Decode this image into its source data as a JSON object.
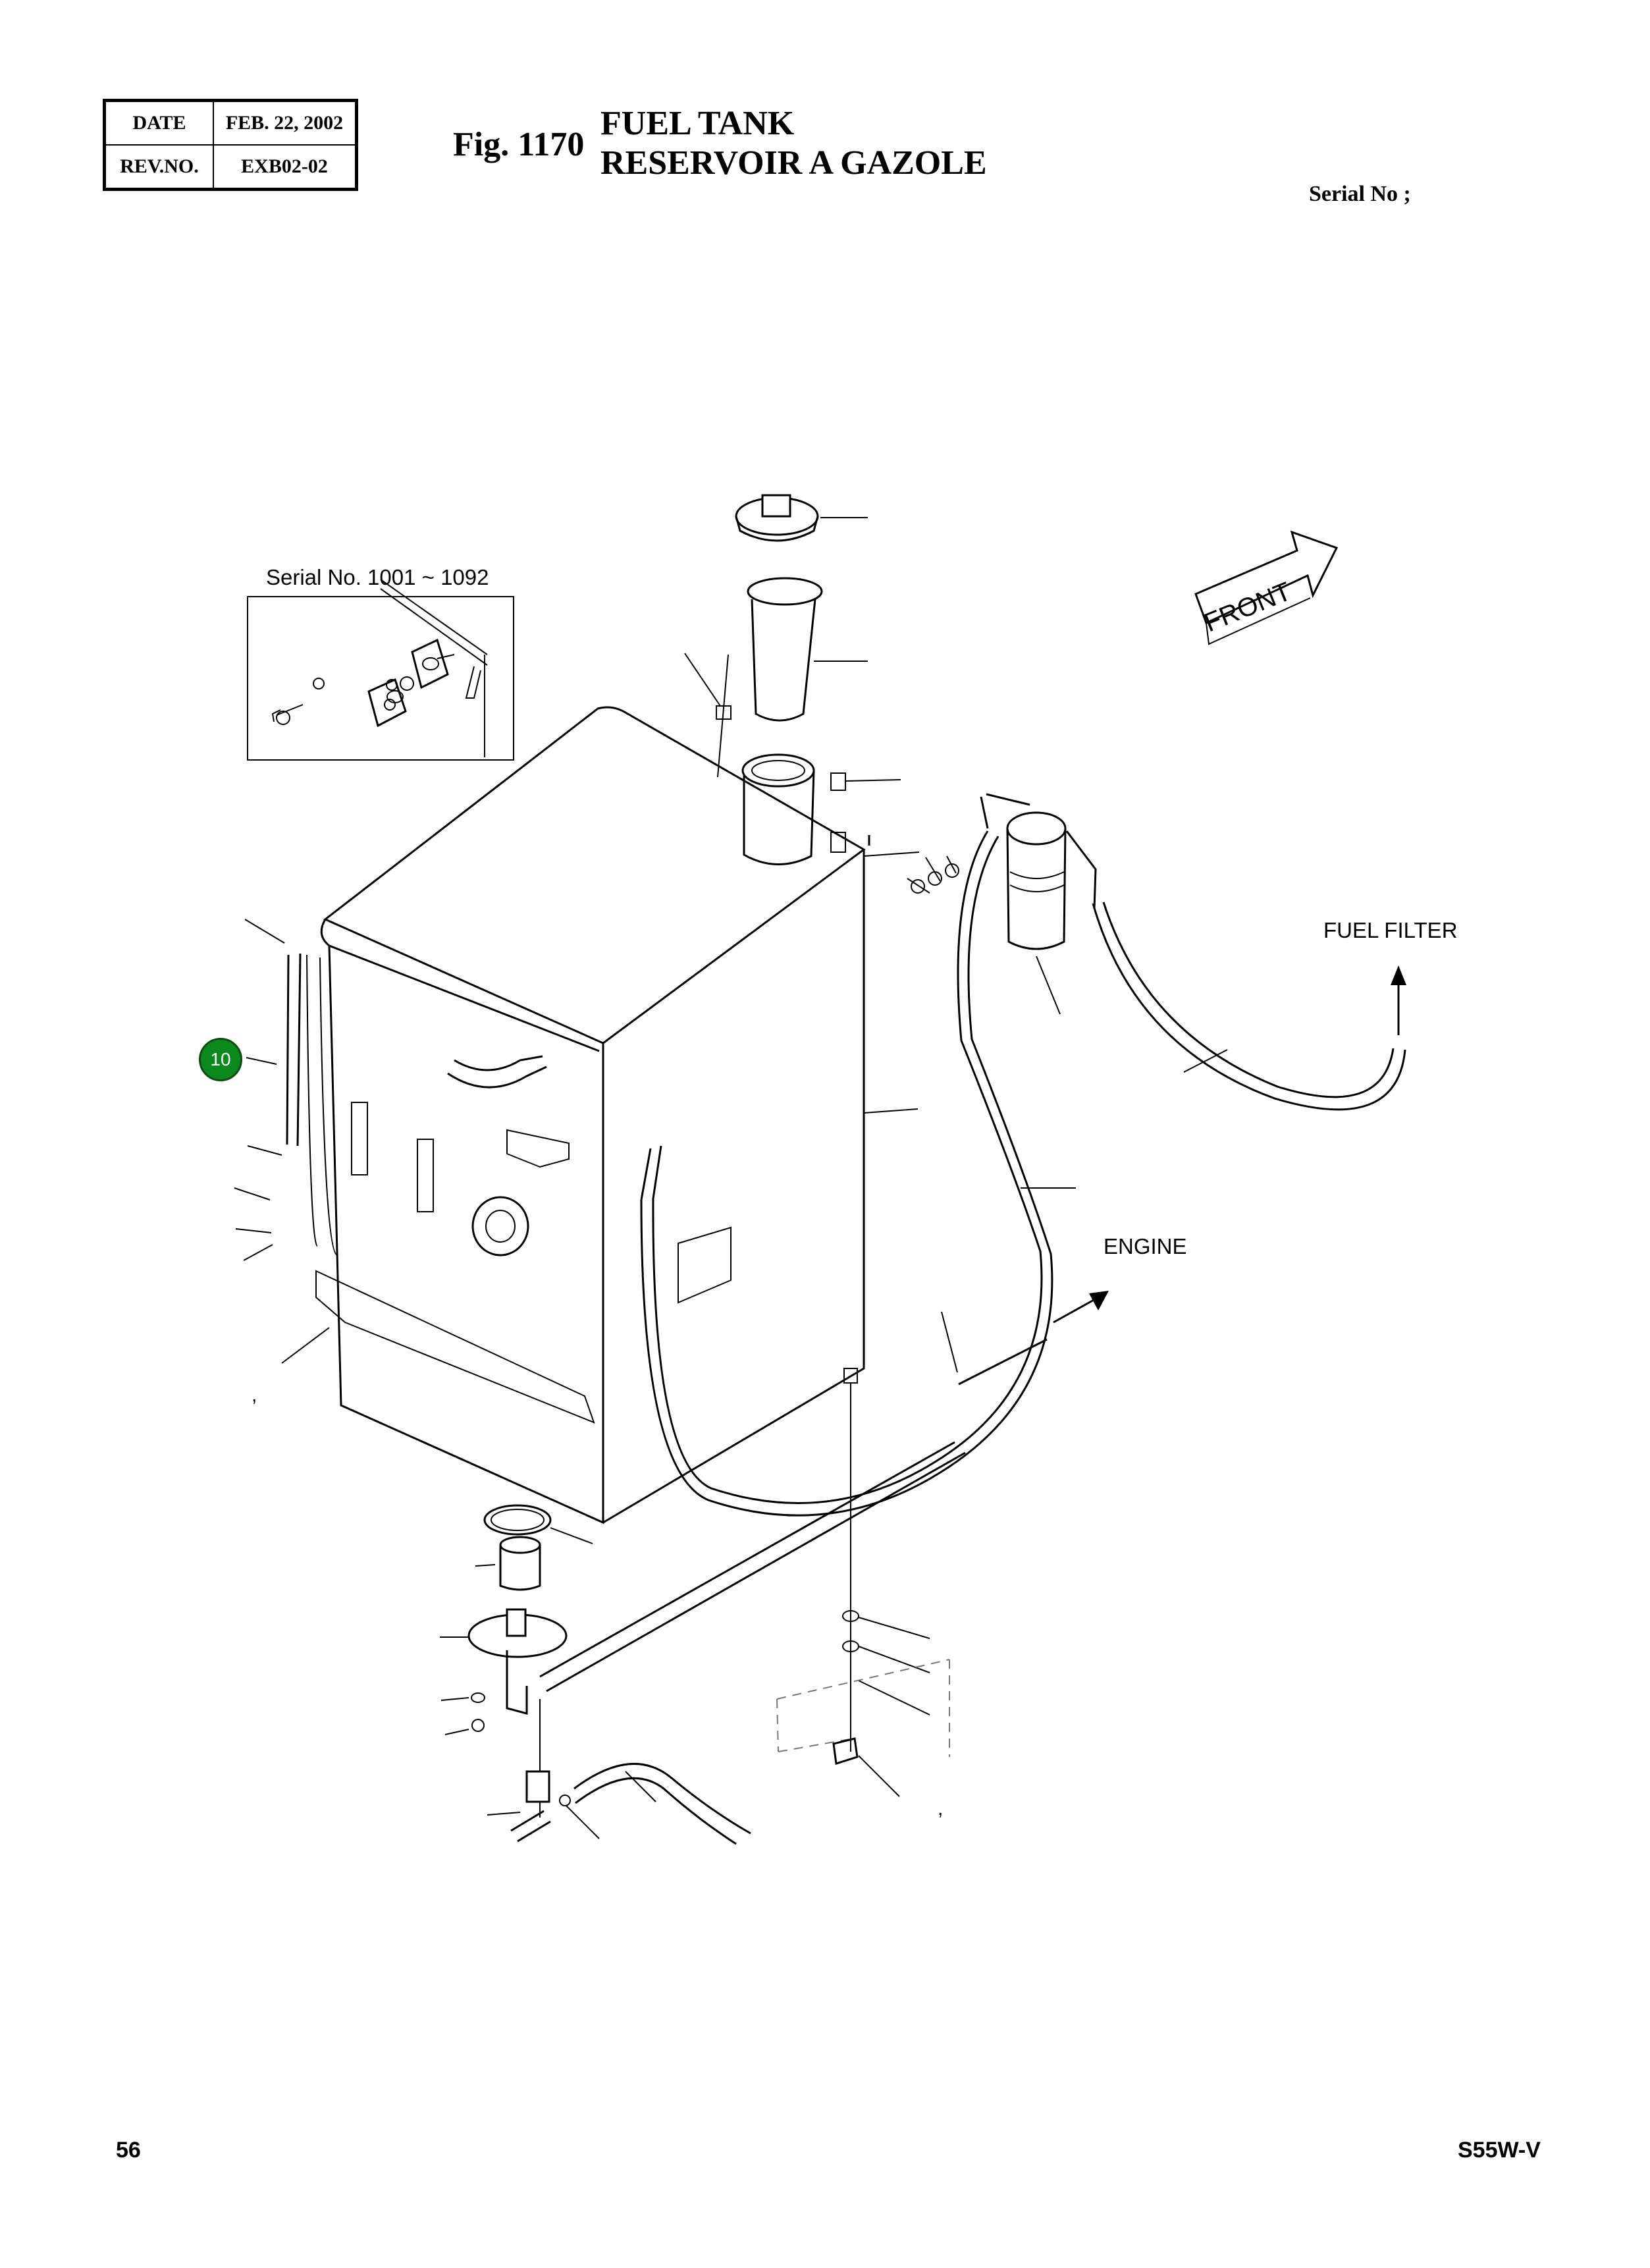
{
  "header": {
    "date_label": "DATE",
    "date_value": "FEB. 22, 2002",
    "rev_label": "REV.NO.",
    "rev_value": "EXB02-02",
    "fig_number": "Fig. 1170",
    "title_en": "FUEL TANK",
    "title_fr": "RESERVOIR A GAZOLE",
    "serial_label": "Serial No ;"
  },
  "diagram": {
    "detail_box_label": "Serial No. 1001 ~ 1092",
    "front_label": "FRONT",
    "fuel_filter_label": "FUEL FILTER",
    "engine_label": "ENGINE",
    "callout_10": "10",
    "stray_mark": ","
  },
  "footer": {
    "page_number": "56",
    "model": "S55W-V"
  },
  "colors": {
    "callout_fill": "#0a8a1c",
    "line": "#000000"
  }
}
